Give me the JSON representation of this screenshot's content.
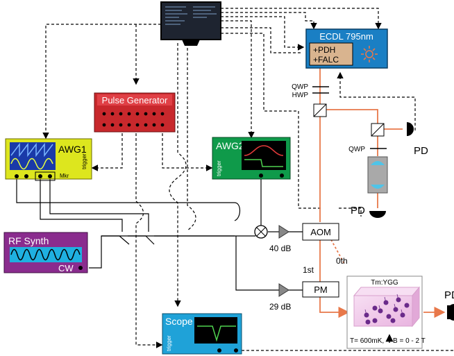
{
  "labels": {
    "ecdl": "ECDL 795nm",
    "pdh": "+PDH",
    "falc": "+FALC",
    "qwp_top": "QWP",
    "hwp": "HWP",
    "qwp_mid": "QWP",
    "pd_right": "PD",
    "pd_left": "PD",
    "pulse_generator": "Pulse Generator",
    "awg1": "AWG1",
    "awg1_trigger": "trigger",
    "awg1_mkr": "Mkr",
    "awg2": "AWG2",
    "awg2_trigger": "trigger",
    "rf_synth": "RF Synth",
    "cw": "CW",
    "aom": "AOM",
    "amp1_gain": "40 dB",
    "order_0": "0th",
    "order_1": "1st",
    "pm": "PM",
    "amp2_gain": "29 dB",
    "crystal": "Tm:YGG",
    "conditions": "T= 600mK, ",
    "field": "B = 0 - 2 T",
    "pd_edge": "PD",
    "scope": "Scope",
    "scope_trigger": "trigger"
  },
  "colors": {
    "laser_path": "#e8784a",
    "ecdl_box": "#1a7fc4",
    "lock_box": "#d9b48f",
    "pulse_gen": "#c8282c",
    "awg1": "#dde61e",
    "awg2": "#0f9a4a",
    "rf_synth": "#8a2c8e",
    "scope": "#1fa2d8",
    "crystal": "#f2c8ea",
    "atoms": "#6a2a8a"
  }
}
